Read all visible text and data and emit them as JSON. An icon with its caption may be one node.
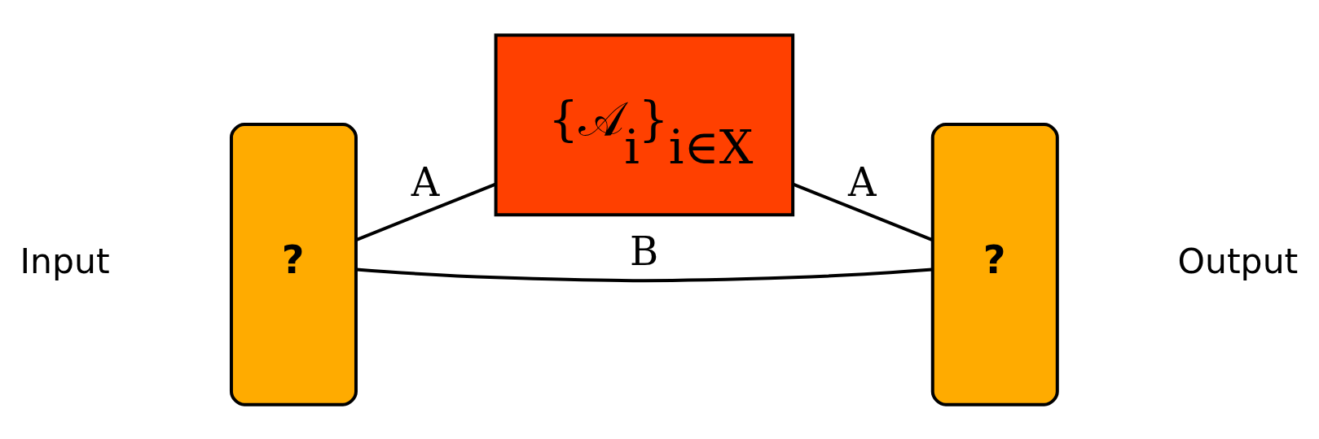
{
  "diagram": {
    "nodes": [
      {
        "text": [
          "?"
        ],
        "beside": [
          "Input"
        ]
      },
      {
        "text": [
          "{𝒜$_{i}$}$_{i∈X}$"
        ]
      },
      {
        "text": [
          "?"
        ],
        "beside": [
          "Output"
        ]
      }
    ],
    "edges": [
      {
        "from": 0,
        "to": 1,
        "arrow": "none",
        "label": "A"
      },
      {
        "from": 1,
        "to": 2,
        "arrow": "none",
        "label": "A"
      },
      {
        "from": 0,
        "to": 2,
        "arrow": "none",
        "label": "B"
      }
    ]
  }
}
